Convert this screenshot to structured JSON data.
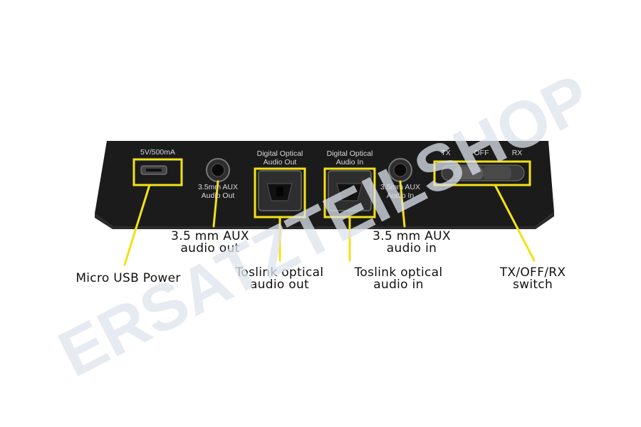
{
  "watermark": {
    "text": "ERSATZTEILSHOP",
    "color": "#dde3ec"
  },
  "colors": {
    "device_body": "#1b1b1b",
    "highlight": "#f2e11a",
    "label_text": "#111111",
    "panel_text": "#d9d9d9"
  },
  "device": {
    "power_rating": "5V/500mA",
    "aux_out_label": [
      "3.5mm AUX",
      "Audio Out"
    ],
    "optical_out_label": [
      "Digital Optical",
      "Audio Out"
    ],
    "optical_in_label": [
      "Digital Optical",
      "Audio In"
    ],
    "aux_in_label": [
      "3.5mm AUX",
      "Audio In"
    ],
    "switch_positions": [
      "TX",
      "OFF",
      "RX"
    ]
  },
  "callouts": {
    "micro_usb": [
      "Micro USB Power"
    ],
    "aux_out": [
      "3.5 mm AUX",
      "audio out"
    ],
    "toslink_out": [
      "Toslink optical",
      "audio out"
    ],
    "toslink_in": [
      "Toslink optical",
      "audio in"
    ],
    "aux_in": [
      "3.5 mm AUX",
      "audio in"
    ],
    "switch": [
      "TX/OFF/RX",
      "switch"
    ]
  }
}
